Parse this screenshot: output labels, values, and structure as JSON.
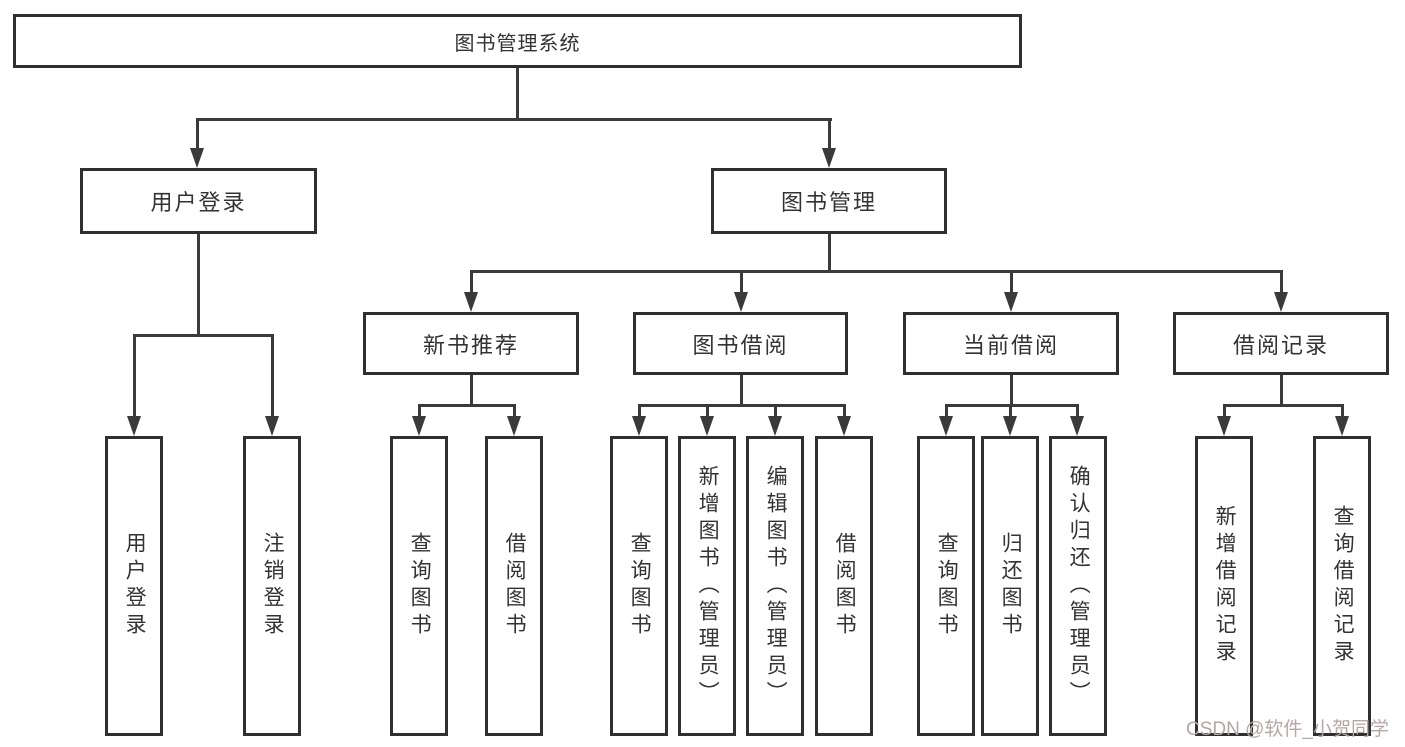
{
  "tree": {
    "root": "图书管理系统",
    "branches": [
      {
        "label": "用户登录",
        "children": [
          "用户登录",
          "注销登录"
        ]
      },
      {
        "label": "图书管理",
        "groups": [
          {
            "label": "新书推荐",
            "children": [
              "查询图书",
              "借阅图书"
            ]
          },
          {
            "label": "图书借阅",
            "children": [
              "查询图书",
              "新增图书（管理员）",
              "编辑图书（管理员）",
              "借阅图书"
            ]
          },
          {
            "label": "当前借阅",
            "children": [
              "查询图书",
              "归还图书",
              "确认归还（管理员）"
            ]
          },
          {
            "label": "借阅记录",
            "children": [
              "新增借阅记录",
              "查询借阅记录"
            ]
          }
        ]
      }
    ]
  },
  "watermark": "CSDN @软件_小贺同学",
  "colors": {
    "line": "#3a3a3a",
    "box_border": "#2f2f2f",
    "text": "#333333",
    "watermark": "#b5a7a7",
    "background": "#ffffff"
  }
}
